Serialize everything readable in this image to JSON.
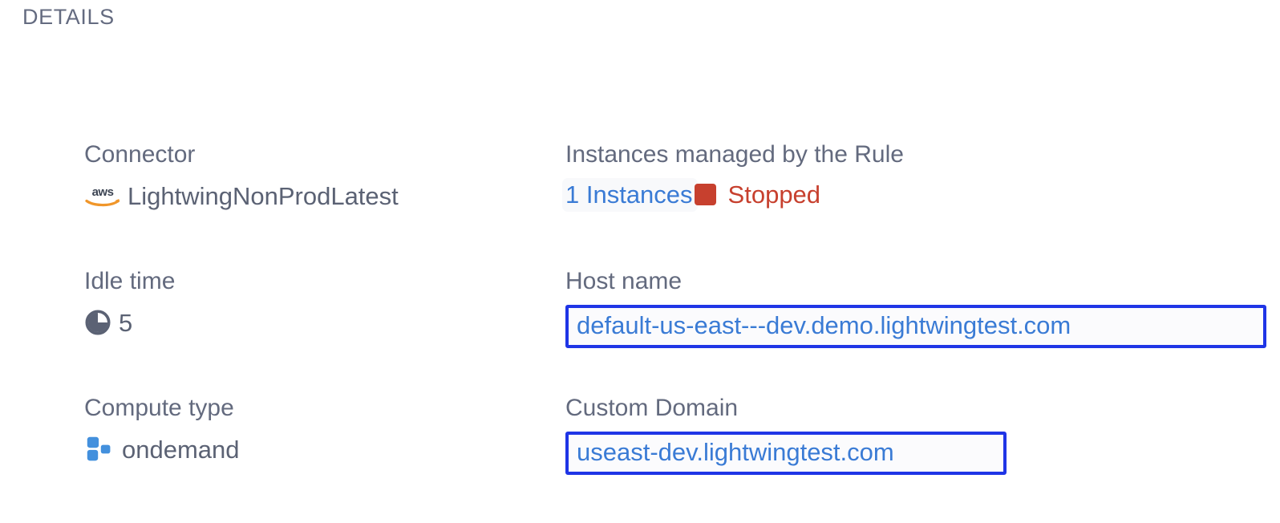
{
  "panel": {
    "title": "DETAILS"
  },
  "fields": {
    "connector": {
      "label": "Connector",
      "value": "LightwingNonProdLatest",
      "icon": "aws-logo-icon"
    },
    "instances": {
      "label": "Instances managed by the Rule",
      "link_text": "1 Instances",
      "status_text": "Stopped",
      "status_icon": "stopped-square-icon",
      "status_color": "#c7402e"
    },
    "idle_time": {
      "label": "Idle time",
      "value": "5",
      "icon": "clock-pie-icon"
    },
    "host_name": {
      "label": "Host name",
      "value": "default-us-east---dev.demo.lightwingtest.com"
    },
    "compute_type": {
      "label": "Compute type",
      "value": "ondemand",
      "icon": "compute-blocks-icon"
    },
    "custom_domain": {
      "label": "Custom Domain",
      "value": "useast-dev.lightwingtest.com"
    }
  },
  "colors": {
    "label_text": "#636a7e",
    "value_text": "#5b6274",
    "link_blue": "#3a7bd5",
    "highlight_border": "#1f35e6",
    "status_red": "#c7402e",
    "aws_orange": "#f0962a",
    "compute_blue": "#4390dd",
    "background": "#ffffff"
  }
}
